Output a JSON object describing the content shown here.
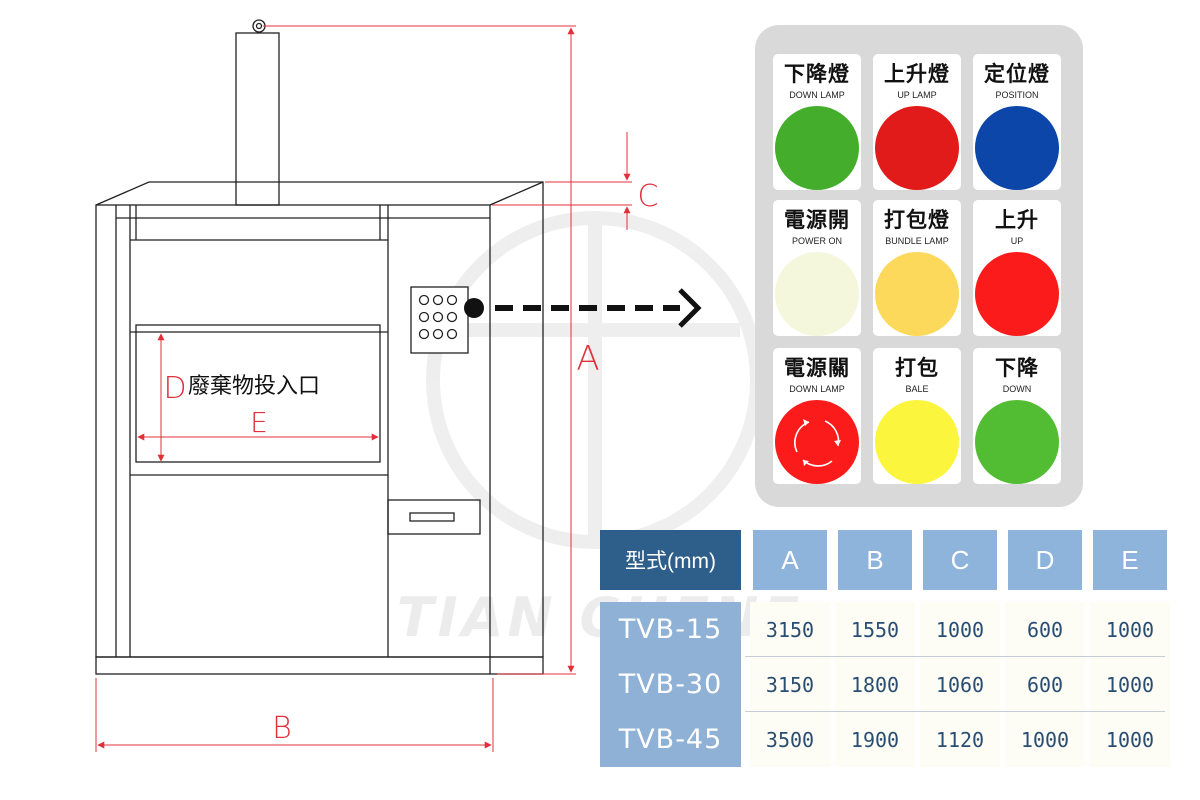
{
  "diagram": {
    "inlet_label": "廢棄物投入口",
    "dimensions": {
      "A": "A",
      "B": "B",
      "C": "C",
      "D": "D",
      "E": "E"
    },
    "watermark": "TIAN CHENE"
  },
  "panel": {
    "buttons": [
      {
        "title": "下降燈",
        "subtitle": "DOWN LAMP",
        "color": "#44ad2c"
      },
      {
        "title": "上升燈",
        "subtitle": "UP LAMP",
        "color": "#e11a1a"
      },
      {
        "title": "定位燈",
        "subtitle": "POSITION",
        "color": "#0b46a8"
      },
      {
        "title": "電源開",
        "subtitle": "POWER ON",
        "color": "#f4f7dc"
      },
      {
        "title": "打包燈",
        "subtitle": "BUNDLE LAMP",
        "color": "#fcd95b"
      },
      {
        "title": "上升",
        "subtitle": "UP",
        "color": "#fb1b1b"
      },
      {
        "title": "電源關",
        "subtitle": "DOWN LAMP",
        "color": "#fb1b1b",
        "icon": "rotate-arrows-icon"
      },
      {
        "title": "打包",
        "subtitle": "BALE",
        "color": "#fbf53e"
      },
      {
        "title": "下降",
        "subtitle": "DOWN",
        "color": "#52bd33"
      }
    ]
  },
  "spec_table": {
    "header_label": "型式(mm)",
    "columns": [
      "A",
      "B",
      "C",
      "D",
      "E"
    ],
    "rows": [
      {
        "model": "TVB-15",
        "values": [
          "3150",
          "1550",
          "1000",
          "600",
          "1000"
        ]
      },
      {
        "model": "TVB-30",
        "values": [
          "3150",
          "1800",
          "1060",
          "600",
          "1000"
        ]
      },
      {
        "model": "TVB-45",
        "values": [
          "3500",
          "1900",
          "1120",
          "1000",
          "1000"
        ]
      }
    ]
  },
  "colors": {
    "header_dark": "#2e5f8a",
    "header_light": "#8fb4dc",
    "model_bg": "#8fb1d6",
    "cell_text": "#2a4d72",
    "dimension_red": "#e0303a"
  }
}
